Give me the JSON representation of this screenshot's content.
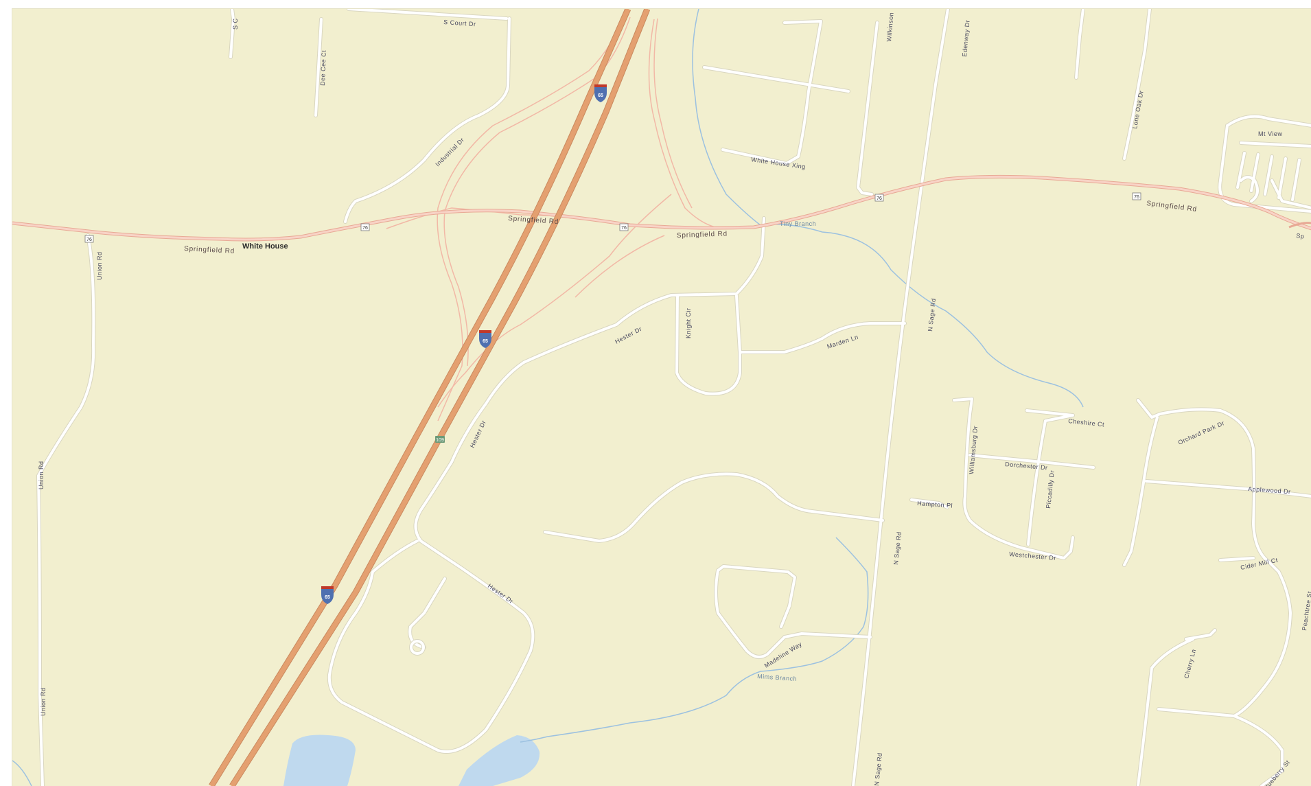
{
  "map": {
    "place": "White House",
    "streets": {
      "springfield_rd": "Springfield Rd",
      "s_court_dr": "S Court Dr",
      "dee_cee_ct": "Dee Cee Ct",
      "industrial_dr": "Industrial Dr",
      "union_rd": "Union Rd",
      "hester_dr": "Hester Dr",
      "knight_cir": "Knight Cir",
      "marden_ln": "Marden Ln",
      "n_sage_rd": "N Sage Rd",
      "edenway_dr": "Edenway Dr",
      "wilkinson": "Wilkinson",
      "white_house_xing": "White House Xing",
      "lone_oak_dr": "Lone Oak Dr",
      "madeline_way": "Madeline Way",
      "hampton_pl": "Hampton Pl",
      "williamsburg_dr": "Williamsburg Dr",
      "cheshire_ct": "Cheshire Ct",
      "dorchester_dr": "Dorchester Dr",
      "piccadilly_dr": "Piccadilly Dr",
      "westchester_dr": "Westchester Dr",
      "orchard_park_dr": "Orchard Park Dr",
      "applewood_dr": "Applewood Dr",
      "cider_mill_ct": "Cider Mill Ct",
      "peachtree_st": "Peachtree St",
      "cherry_ln": "Cherry Ln",
      "blueberry_st": "Blueberry St",
      "s_c": "S C",
      "sp": "Sp"
    },
    "water": {
      "tiny_branch": "Tiny Branch",
      "mims_branch": "Mims Branch"
    },
    "shields": {
      "interstate": "65",
      "us_route": "76",
      "state_route": "109"
    },
    "poi": {
      "mt_view": "Mt View"
    },
    "colors": {
      "background": "#f2efcf",
      "minor_road": "#ffffff",
      "minor_road_casing": "#d9d6c0",
      "highway": "#e4a070",
      "highway_casing": "#c98a5f",
      "ramp": "#f2b8a6",
      "arterial": "#f7c6b6",
      "water": "#bfd9ee",
      "stream": "#9cc1e0",
      "interstate_shield": "#4f70b0",
      "state_shield": "#6d9a78"
    }
  }
}
